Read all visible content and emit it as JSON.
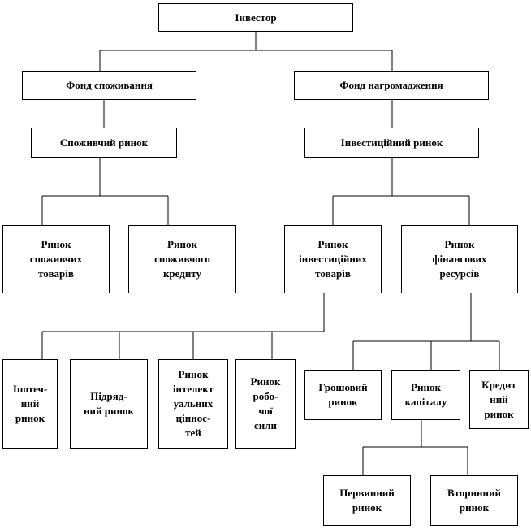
{
  "nodes": {
    "investor": "Інвестор",
    "consumption_fund": "Фонд споживання",
    "accumulation_fund": "Фонд нагромадження",
    "consumer_market": "Споживчий ринок",
    "investment_market": "Інвестиційний ринок",
    "consumer_goods_market": "Ринок\nспоживчих\nтоварів",
    "consumer_credit_market": "Ринок\nспоживчого\nкредиту",
    "investment_goods_market": "Ринок\nінвестиційних\nтоварів",
    "financial_resources_market": "Ринок\nфінансових\nресурсів",
    "mortgage_market": "Іпотеч-\nний\nринок",
    "contract_market": "Підряд-\nний ринок",
    "intellectual_values_market": "Ринок\nінтелект\nуальних\nціннос-\nтей",
    "labor_market": "Ринок\nробо-\nчої\nсили",
    "money_market": "Грошовий\nринок",
    "capital_market": "Ринок\nкапіталу",
    "credit_market": "Кредит\nний\nринок",
    "primary_market": "Первинний\nринок",
    "secondary_market": "Вторинний\nринок"
  }
}
